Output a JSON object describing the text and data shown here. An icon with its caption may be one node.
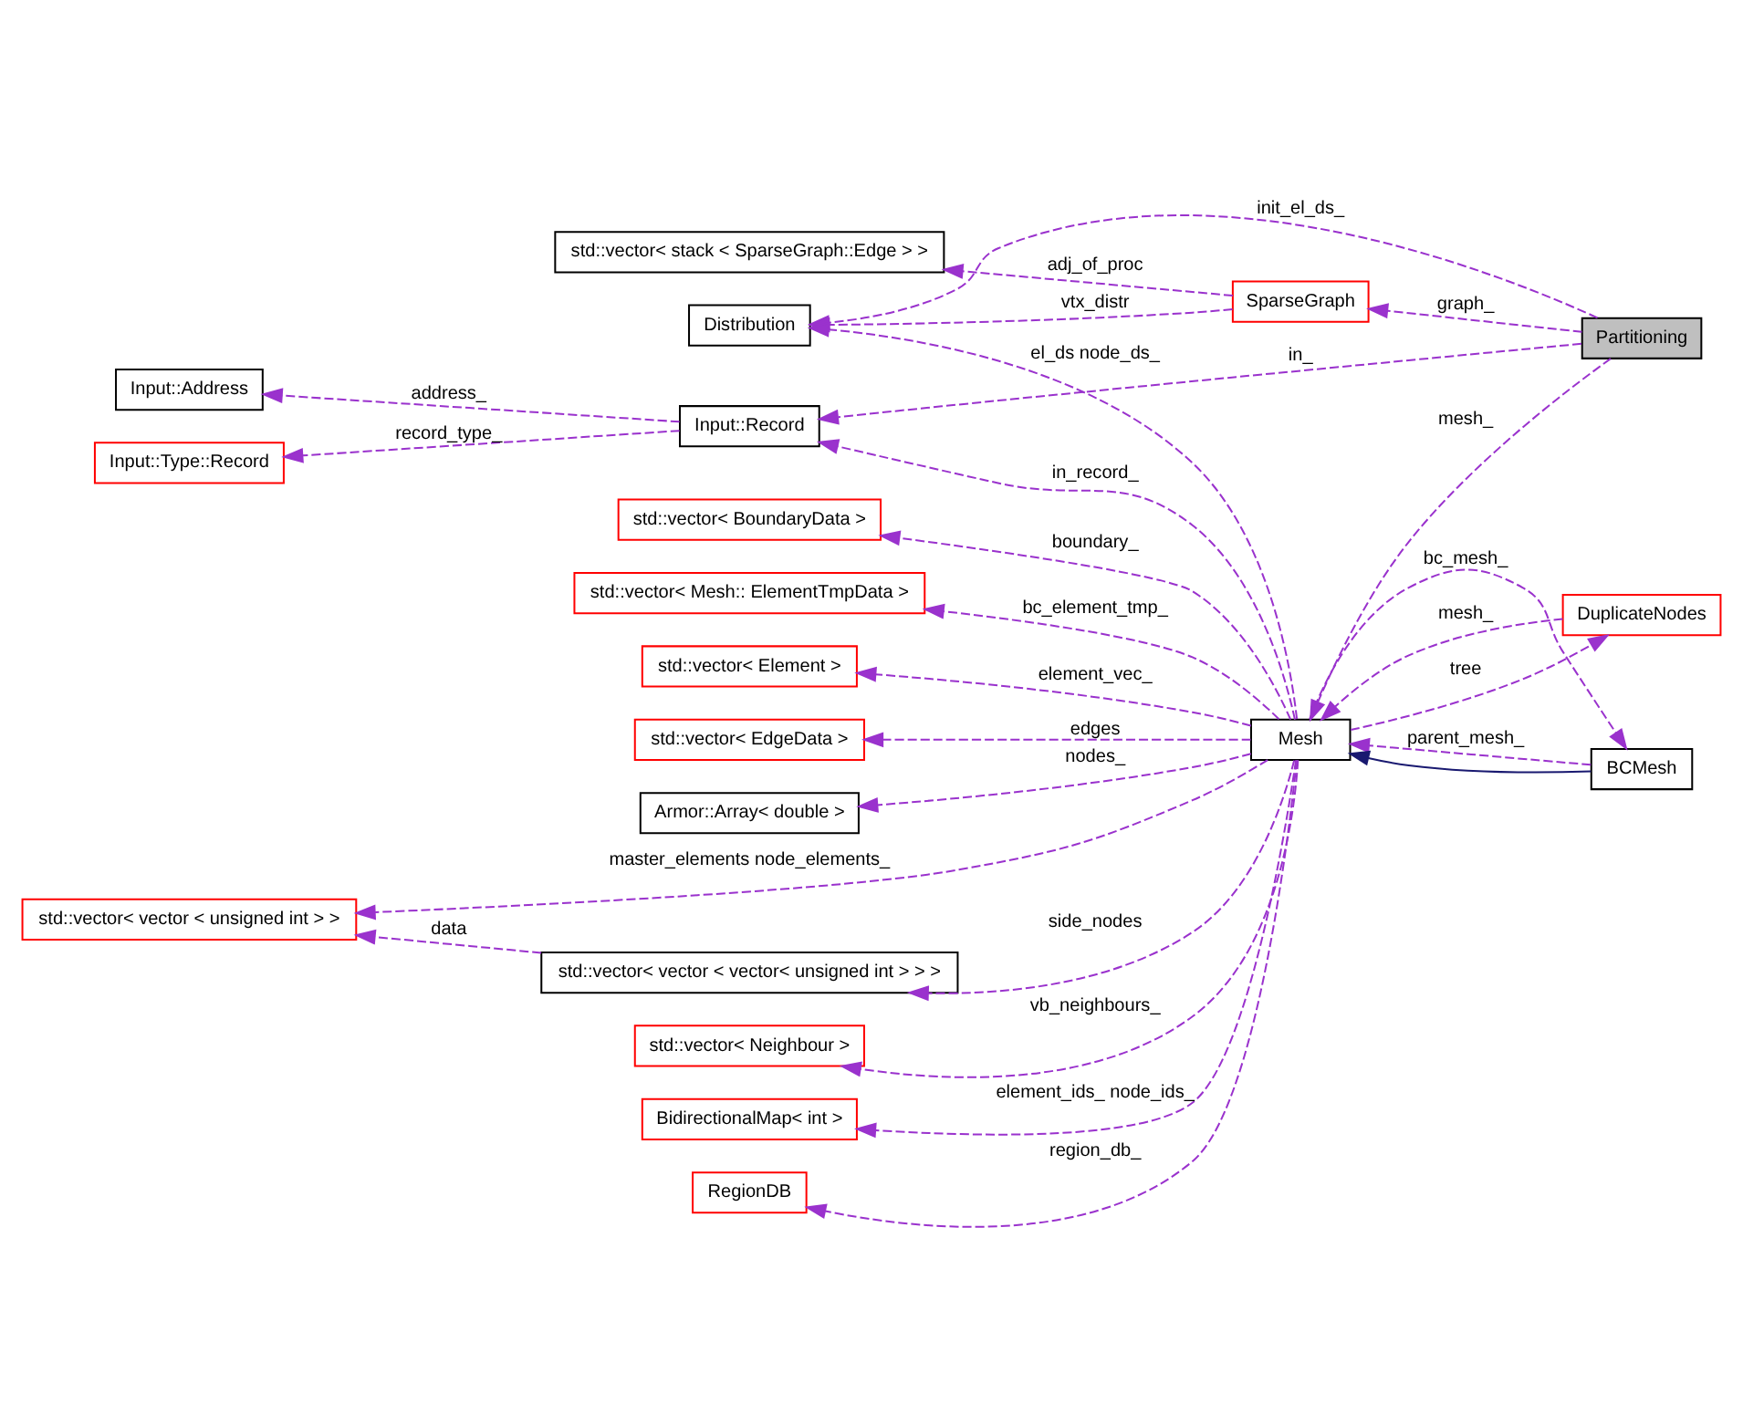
{
  "diagram": {
    "nodes": [
      {
        "text": [
          "Partitioning"
        ]
      },
      {
        "text": [
          "Distribution"
        ]
      },
      {
        "text": [
          "SparseGraph"
        ]
      },
      {
        "text": [
          "std::vector< stack < SparseGraph::Edge > >"
        ]
      },
      {
        "text": [
          "Input::Record"
        ]
      },
      {
        "text": [
          "Input::Address"
        ]
      },
      {
        "text": [
          "Input::Type::Record"
        ]
      },
      {
        "text": [
          "Mesh"
        ]
      },
      {
        "text": [
          "std::vector< Element >"
        ]
      },
      {
        "text": [
          "std::vector< EdgeData >"
        ]
      },
      {
        "text": [
          "Armor::Array< double >"
        ]
      },
      {
        "text": [
          "std::vector< vector < unsigned int > >"
        ]
      },
      {
        "text": [
          "std::vector< vector < vector< unsigned int > > >"
        ]
      },
      {
        "text": [
          "std::vector< Neighbour >"
        ]
      },
      {
        "text": [
          "BidirectionalMap< int >"
        ]
      },
      {
        "text": [
          "RegionDB"
        ]
      },
      {
        "text": [
          "std::vector< BoundaryData >"
        ]
      },
      {
        "text": [
          "std::vector< Mesh:: ElementTmpData >"
        ]
      },
      {
        "text": [
          "BCMesh"
        ]
      },
      {
        "text": [
          "DuplicateNodes"
        ]
      }
    ],
    "edges": [
      {
        "from": 0,
        "to": 1,
        "arrow": "to",
        "label": "init_el_ds_",
        "style": "dashed"
      },
      {
        "from": 2,
        "to": 1,
        "arrow": "to",
        "label": "vtx_distr",
        "style": "dashed"
      },
      {
        "from": 7,
        "to": 1,
        "arrow": "to",
        "label": "el_ds node_ds_",
        "style": "dashed"
      },
      {
        "from": 0,
        "to": 2,
        "arrow": "to",
        "label": "graph_",
        "style": "dashed"
      },
      {
        "from": 2,
        "to": 3,
        "arrow": "to",
        "label": "adj_of_proc",
        "style": "dashed"
      },
      {
        "from": 0,
        "to": 4,
        "arrow": "to",
        "label": "in_",
        "style": "dashed"
      },
      {
        "from": 4,
        "to": 5,
        "arrow": "to",
        "label": "address_",
        "style": "dashed"
      },
      {
        "from": 4,
        "to": 6,
        "arrow": "to",
        "label": "record_type_",
        "style": "dashed"
      },
      {
        "from": 7,
        "to": 4,
        "arrow": "to",
        "label": "in_record_",
        "style": "dashed"
      },
      {
        "from": 0,
        "to": 7,
        "arrow": "to",
        "label": "mesh_",
        "style": "dashed"
      },
      {
        "from": 7,
        "to": 8,
        "arrow": "to",
        "label": "element_vec_",
        "style": "dashed"
      },
      {
        "from": 7,
        "to": 9,
        "arrow": "to",
        "label": "edges",
        "style": "dashed"
      },
      {
        "from": 7,
        "to": 10,
        "arrow": "to",
        "label": "nodes_",
        "style": "dashed"
      },
      {
        "from": 7,
        "to": 11,
        "arrow": "to",
        "label": "master_elements node_elements_",
        "style": "dashed"
      },
      {
        "from": 12,
        "to": 11,
        "arrow": "to",
        "label": "data",
        "style": "dashed"
      },
      {
        "from": 7,
        "to": 12,
        "arrow": "to",
        "label": "side_nodes",
        "style": "dashed"
      },
      {
        "from": 7,
        "to": 13,
        "arrow": "to",
        "label": "vb_neighbours_",
        "style": "dashed"
      },
      {
        "from": 7,
        "to": 14,
        "arrow": "to",
        "label": "element_ids_ node_ids_",
        "style": "dashed"
      },
      {
        "from": 7,
        "to": 15,
        "arrow": "to",
        "label": "region_db_",
        "style": "dashed"
      },
      {
        "from": 7,
        "to": 16,
        "arrow": "to",
        "label": "boundary_",
        "style": "dashed"
      },
      {
        "from": 7,
        "to": 17,
        "arrow": "to",
        "label": "bc_element_tmp_",
        "style": "dashed"
      },
      {
        "from": 7,
        "to": 18,
        "arrow": "to",
        "label": "bc_mesh_",
        "style": "dashed"
      },
      {
        "from": 18,
        "to": 7,
        "arrow": "to",
        "label": "parent_mesh_",
        "style": "dashed"
      },
      {
        "from": 18,
        "to": 7,
        "arrow": "to",
        "color": "#191970"
      },
      {
        "from": 19,
        "to": 7,
        "arrow": "to",
        "label": "mesh_",
        "style": "dashed"
      },
      {
        "from": 7,
        "to": 19,
        "arrow": "to",
        "label": "tree",
        "style": "dashed"
      }
    ]
  }
}
